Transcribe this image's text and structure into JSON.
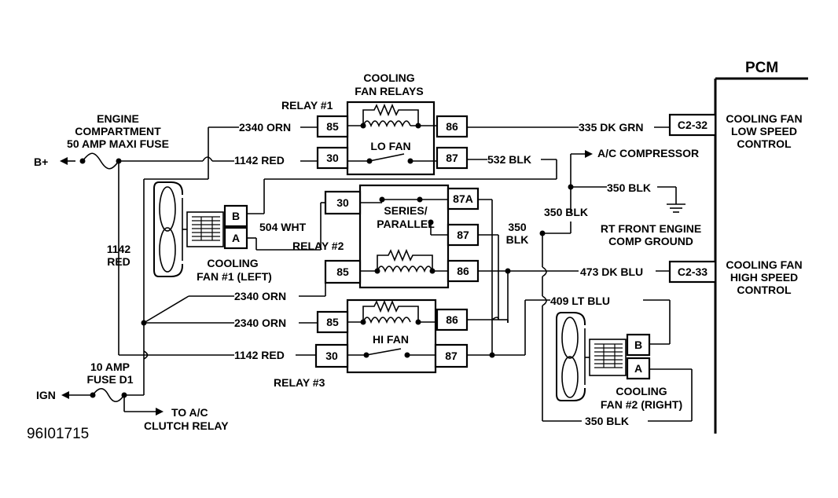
{
  "pcm": {
    "title": "PCM",
    "low_speed_1": "COOLING FAN",
    "low_speed_2": "LOW SPEED",
    "low_speed_3": "CONTROL",
    "high_speed_1": "COOLING FAN",
    "high_speed_2": "HIGH SPEED",
    "high_speed_3": "CONTROL",
    "pin_low": "C2-32",
    "pin_high": "C2-33"
  },
  "header": {
    "relays_1": "COOLING",
    "relays_2": "FAN RELAYS"
  },
  "fuses": {
    "maxi_1": "ENGINE",
    "maxi_2": "COMPARTMENT",
    "maxi_3": "50 AMP MAXI FUSE",
    "bplus": "B+",
    "d1_1": "10 AMP",
    "d1_2": "FUSE D1",
    "ign": "IGN",
    "to_ac_1": "TO A/C",
    "to_ac_2": "CLUTCH RELAY"
  },
  "relay1": {
    "label": "RELAY #1",
    "name": "LO FAN",
    "p85": "85",
    "p86": "86",
    "p30": "30",
    "p87": "87"
  },
  "relay2": {
    "label": "RELAY #2",
    "name_1": "SERIES/",
    "name_2": "PARALLEL",
    "p30": "30",
    "p87a": "87A",
    "p87": "87",
    "p85": "85",
    "p86": "86"
  },
  "relay3": {
    "label": "RELAY #3",
    "name": "HI FAN",
    "p85": "85",
    "p86": "86",
    "p30": "30",
    "p87": "87"
  },
  "fan1": {
    "label_1": "COOLING",
    "label_2": "FAN #1 (LEFT)",
    "pin_b": "B",
    "pin_a": "A"
  },
  "fan2": {
    "label_1": "COOLING",
    "label_2": "FAN #2 (RIGHT)",
    "pin_b": "B",
    "pin_a": "A"
  },
  "wires": {
    "orn_top": "2340 ORN",
    "red_top": "1142 RED",
    "red_vert_1": "1142",
    "red_vert_2": "RED",
    "wht": "504 WHT",
    "orn_mid1": "2340 ORN",
    "orn_mid2": "2340 ORN",
    "red_bot": "1142 RED",
    "grn": "335 DK GRN",
    "blk_532": "532 BLK",
    "ac_comp": "A/C COMPRESSOR",
    "blk_350a": "350 BLK",
    "blk_350b": "350 BLK",
    "blk_350c_1": "350",
    "blk_350c_2": "BLK",
    "ground_1": "RT FRONT ENGINE",
    "ground_2": "COMP GROUND",
    "blu": "473 DK BLU",
    "lt_blu": "409 LT BLU",
    "blk_bottom": "350 BLK"
  },
  "figure_id": "96I01715"
}
